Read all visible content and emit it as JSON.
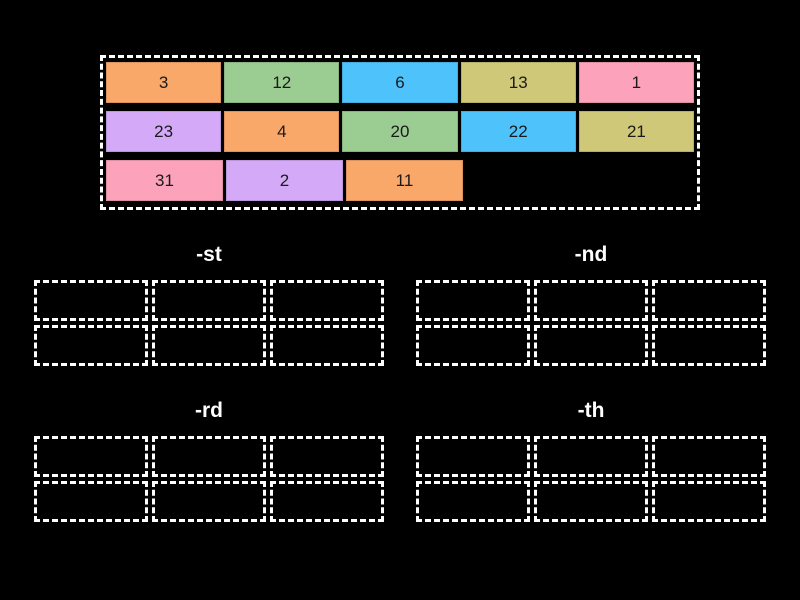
{
  "background_color": "#000000",
  "tile_bank": {
    "name": "tile-bank",
    "border_color": "#ffffff",
    "rows": [
      [
        {
          "value": "3",
          "color": "#f9a86a"
        },
        {
          "value": "12",
          "color": "#9bcc92"
        },
        {
          "value": "6",
          "color": "#4ec3fb"
        },
        {
          "value": "13",
          "color": "#cfc878"
        },
        {
          "value": "1",
          "color": "#fca3bb"
        }
      ],
      [
        {
          "value": "23",
          "color": "#d4aaf8"
        },
        {
          "value": "4",
          "color": "#f9a86a"
        },
        {
          "value": "20",
          "color": "#9bcc92"
        },
        {
          "value": "22",
          "color": "#4ec3fb"
        },
        {
          "value": "21",
          "color": "#cfc878"
        }
      ],
      [
        {
          "value": "31",
          "color": "#fca3bb"
        },
        {
          "value": "2",
          "color": "#d4aaf8"
        },
        {
          "value": "11",
          "color": "#f9a86a"
        }
      ]
    ]
  },
  "groups": [
    {
      "label": "-st",
      "slot_count": 6
    },
    {
      "label": "-nd",
      "slot_count": 6
    },
    {
      "label": "-rd",
      "slot_count": 6
    },
    {
      "label": "-th",
      "slot_count": 6
    }
  ],
  "tile_text_color": "#1a1a1a",
  "label_text_color": "#ffffff"
}
